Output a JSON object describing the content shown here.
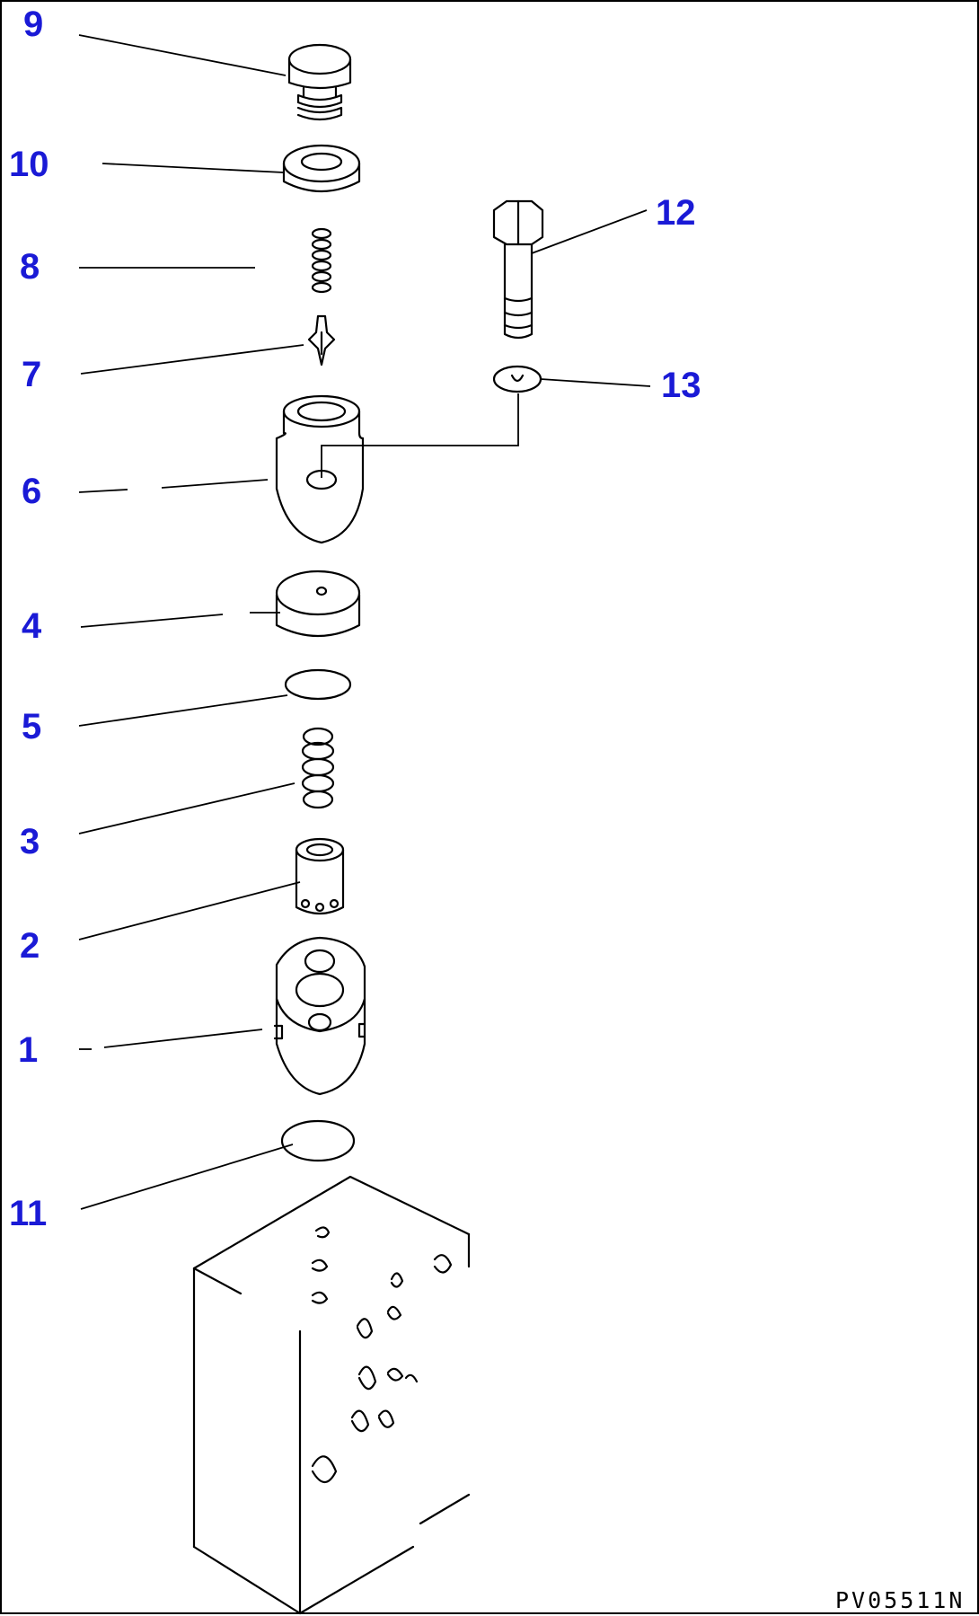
{
  "callouts": [
    {
      "id": "9",
      "label": "9"
    },
    {
      "id": "10",
      "label": "10"
    },
    {
      "id": "8",
      "label": "8"
    },
    {
      "id": "7",
      "label": "7"
    },
    {
      "id": "6",
      "label": "6"
    },
    {
      "id": "4",
      "label": "4"
    },
    {
      "id": "5",
      "label": "5"
    },
    {
      "id": "3",
      "label": "3"
    },
    {
      "id": "2",
      "label": "2"
    },
    {
      "id": "1",
      "label": "1"
    },
    {
      "id": "11",
      "label": "11"
    },
    {
      "id": "12",
      "label": "12"
    },
    {
      "id": "13",
      "label": "13"
    }
  ],
  "drawing_code": "PV05511N",
  "colors": {
    "callout": "#1a1ad6",
    "line": "#000000",
    "background": "#ffffff"
  }
}
